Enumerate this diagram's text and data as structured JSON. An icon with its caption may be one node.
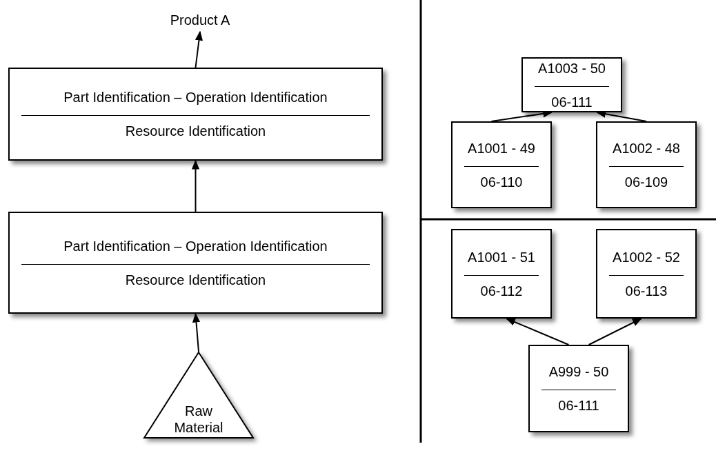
{
  "diagram": {
    "nodes": [
      {
        "text": [
          "Product A"
        ]
      },
      {
        "text": [
          "Part Identification – Operation Identification",
          "Resource Identification"
        ]
      },
      {
        "text": [
          "Part Identification – Operation Identification",
          "Resource Identification"
        ]
      },
      {
        "text": [
          "Raw Material"
        ]
      },
      {
        "text": [
          "A1003 - 50",
          "06-111"
        ]
      },
      {
        "text": [
          "A1001 - 49",
          "06-110"
        ]
      },
      {
        "text": [
          "A1002 - 48",
          "06-109"
        ]
      },
      {
        "text": [
          "A1001 - 51",
          "06-112"
        ]
      },
      {
        "text": [
          "A1002 - 52",
          "06-113"
        ]
      },
      {
        "text": [
          "A999 - 50",
          "06-111"
        ]
      }
    ],
    "edges": [
      {
        "from": 3,
        "to": 2,
        "arrow": "to"
      },
      {
        "from": 2,
        "to": 1,
        "arrow": "to"
      },
      {
        "from": 1,
        "to": 0,
        "arrow": "to"
      },
      {
        "from": 5,
        "to": 4,
        "arrow": "to"
      },
      {
        "from": 6,
        "to": 4,
        "arrow": "to"
      },
      {
        "from": 9,
        "to": 7,
        "arrow": "to"
      },
      {
        "from": 9,
        "to": 8,
        "arrow": "to"
      }
    ]
  }
}
